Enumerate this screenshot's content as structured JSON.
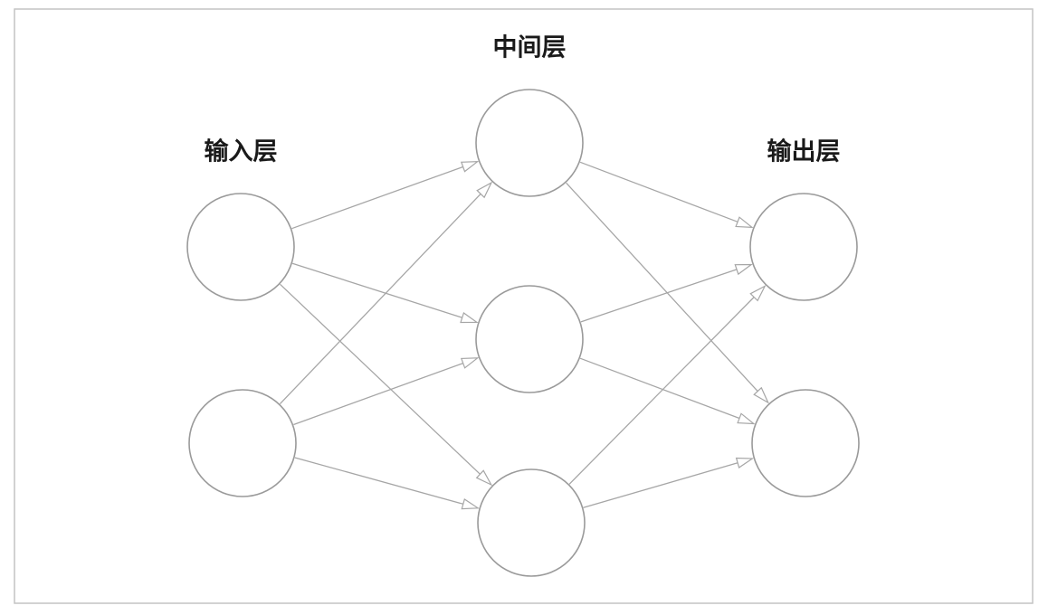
{
  "diagram": {
    "layers": {
      "input": {
        "label": "输入层",
        "node_ids": [
          "in1",
          "in2"
        ]
      },
      "hidden": {
        "label": "中间层",
        "node_ids": [
          "h1",
          "h2",
          "h3"
        ]
      },
      "output": {
        "label": "输出层",
        "node_ids": [
          "out1",
          "out2"
        ]
      }
    },
    "edges": [
      [
        "in1",
        "h1"
      ],
      [
        "in1",
        "h2"
      ],
      [
        "in1",
        "h3"
      ],
      [
        "in2",
        "h1"
      ],
      [
        "in2",
        "h2"
      ],
      [
        "in2",
        "h3"
      ],
      [
        "h1",
        "out1"
      ],
      [
        "h1",
        "out2"
      ],
      [
        "h2",
        "out1"
      ],
      [
        "h2",
        "out2"
      ],
      [
        "h3",
        "out1"
      ],
      [
        "h3",
        "out2"
      ]
    ]
  }
}
